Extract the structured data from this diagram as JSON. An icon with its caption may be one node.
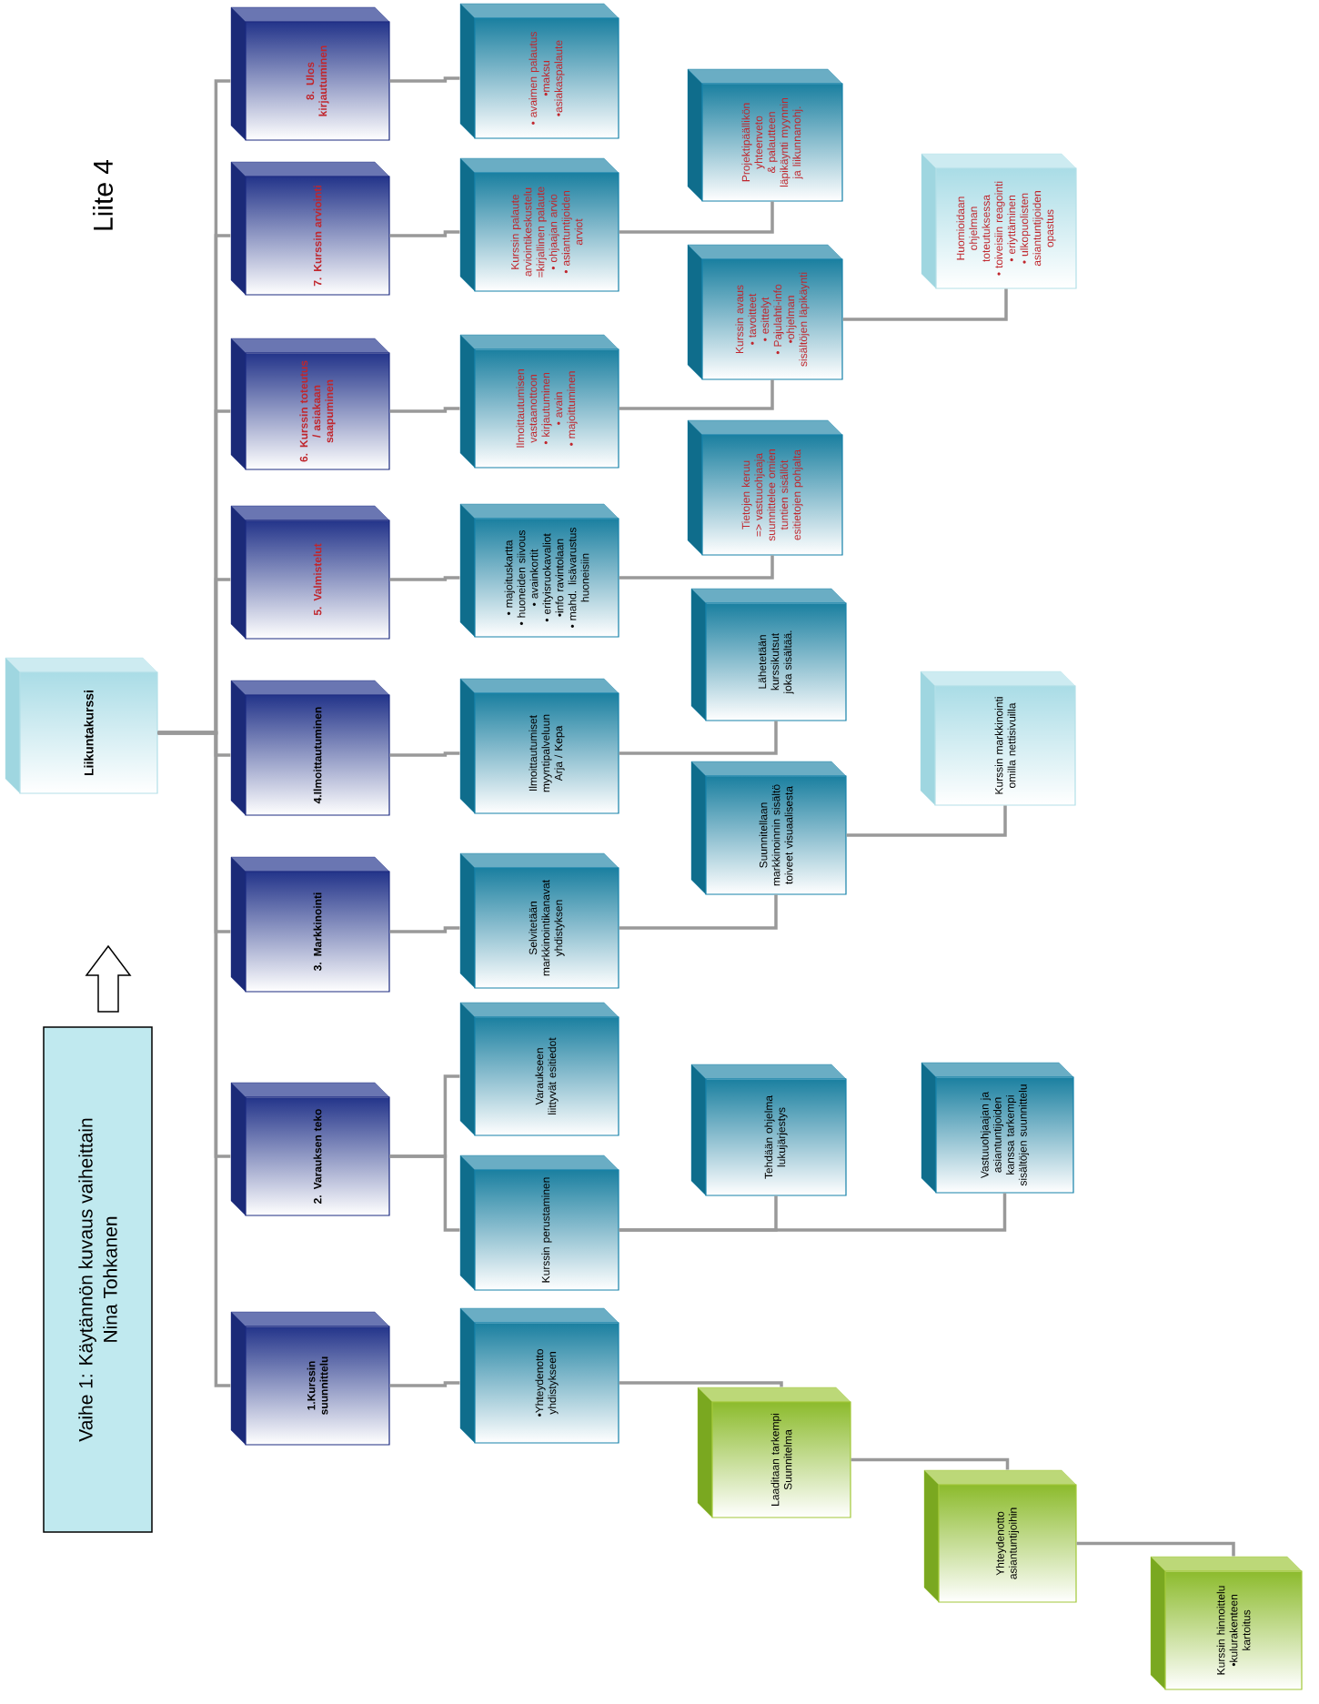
{
  "diagram": {
    "nodes": [
      {
        "text": [
          "Vaihe 1: Käytännön kuvaus vaiheittain",
          "Nina Tohkanen"
        ]
      },
      {
        "text": [
          "Liikuntakurssi"
        ]
      },
      {
        "text": [
          "1.Kurssin suunnittelu"
        ]
      },
      {
        "text": [
          "2. Varauksen teko"
        ]
      },
      {
        "text": [
          "3. Markkinointi"
        ]
      },
      {
        "text": [
          "4.Ilmoittautuminen"
        ]
      },
      {
        "text": [
          "5. Valmistelut"
        ]
      },
      {
        "text": [
          "6. Kurssin toteutus / asiakaan saapuminen"
        ]
      },
      {
        "text": [
          "7. Kurssin arviointi"
        ]
      },
      {
        "text": [
          "8. Ulos kirjautuminen"
        ]
      },
      {
        "text": [
          "•Yhteydenotto yhdistykseen"
        ]
      },
      {
        "text": [
          "Kurssin perustaminen"
        ]
      },
      {
        "text": [
          "Varaukseen liittyvät esitiedot"
        ]
      },
      {
        "text": [
          "Selvitetään markkinointikanavat yhdistyksen"
        ]
      },
      {
        "text": [
          "Ilmoittautumiset myyntipalveluun",
          "Arja / Kepa"
        ]
      },
      {
        "text": [
          "• majoituskartta",
          "• huoneiden siivous",
          "• avainkortit",
          "• erityisruokavaliot",
          "•info ravintolaan",
          "• mahd. lisävarustus huoneisiin"
        ]
      },
      {
        "text": [
          "Ilmoittautumisen vastaanottoon",
          "• kirjautuminen",
          "• avain",
          "• majoittuminen"
        ]
      },
      {
        "text": [
          "Kurssin palaute arviointikeskustelu =kirjallinen palaute",
          "• ohjaajan arvio",
          "• asiantuntijoiden arviot"
        ]
      },
      {
        "text": [
          "• avaimen palautus",
          "•maksu",
          "•asiakaspalaute"
        ]
      },
      {
        "text": [
          "Laaditaan tarkempi Suunnitelma"
        ]
      },
      {
        "text": [
          "Tehdään ohjelma lukujärjestys"
        ]
      },
      {
        "text": [
          "Suunnitellaan markkinoinnin sisältö toiveet visuaalisesta"
        ]
      },
      {
        "text": [
          "Lähetetään kurssikutsut joka sisältää."
        ]
      },
      {
        "text": [
          "Tietojen keruu => vastuuohjaaja suunnittelee omien tuntien sisällöt esitietojen pohjalta"
        ]
      },
      {
        "text": [
          "Kurssin avaus",
          "• tavoitteet",
          "• esittelyt",
          "• Pajulahti-info",
          "•ohjelman sisältöjen läpikäynti"
        ]
      },
      {
        "text": [
          "Projektipäällikön yhteenveto & palautteen läpikäynti myynnin ja liikunnanohj."
        ]
      },
      {
        "text": [
          "Yhteydenotto asiantuntijoihin"
        ]
      },
      {
        "text": [
          "Vastuuohjaajan ja asiantuntijoiden kanssa tarkempi sisältöjen suunnittelu"
        ]
      },
      {
        "text": [
          "Kurssin markkinointi omilla nettisivuilla"
        ]
      },
      {
        "text": [
          "Huomioidaan ohjelman toteutuksessa",
          "• toiveisiin reagointi",
          "• eriyttäminen",
          "• ulkopuolisten asiantuntijoiden opastus"
        ]
      },
      {
        "text": [
          "Kurssin hinnoittelu",
          "•kulurakenteen kartoitus"
        ]
      }
    ],
    "edges": [
      {
        "from": 1,
        "to": 2,
        "arrow": "none"
      },
      {
        "from": 1,
        "to": 3,
        "arrow": "none"
      },
      {
        "from": 1,
        "to": 4,
        "arrow": "none"
      },
      {
        "from": 1,
        "to": 5,
        "arrow": "none"
      },
      {
        "from": 1,
        "to": 6,
        "arrow": "none"
      },
      {
        "from": 1,
        "to": 7,
        "arrow": "none"
      },
      {
        "from": 1,
        "to": 8,
        "arrow": "none"
      },
      {
        "from": 1,
        "to": 9,
        "arrow": "none"
      },
      {
        "from": 2,
        "to": 10,
        "arrow": "none"
      },
      {
        "from": 3,
        "to": 11,
        "arrow": "none"
      },
      {
        "from": 3,
        "to": 12,
        "arrow": "none"
      },
      {
        "from": 4,
        "to": 13,
        "arrow": "none"
      },
      {
        "from": 5,
        "to": 14,
        "arrow": "none"
      },
      {
        "from": 6,
        "to": 15,
        "arrow": "none"
      },
      {
        "from": 7,
        "to": 16,
        "arrow": "none"
      },
      {
        "from": 8,
        "to": 17,
        "arrow": "none"
      },
      {
        "from": 9,
        "to": 18,
        "arrow": "none"
      },
      {
        "from": 17,
        "to": 25,
        "arrow": "none"
      },
      {
        "from": 16,
        "to": 24,
        "arrow": "none"
      },
      {
        "from": 15,
        "to": 23,
        "arrow": "none"
      },
      {
        "from": 14,
        "to": 22,
        "arrow": "none"
      },
      {
        "from": 13,
        "to": 21,
        "arrow": "none"
      },
      {
        "from": 11,
        "to": 20,
        "arrow": "none"
      },
      {
        "from": 11,
        "to": 27,
        "arrow": "none"
      },
      {
        "from": 10,
        "to": 19,
        "arrow": "none"
      },
      {
        "from": 24,
        "to": 29,
        "arrow": "none"
      },
      {
        "from": 21,
        "to": 28,
        "arrow": "none"
      },
      {
        "from": 19,
        "to": 26,
        "arrow": "none"
      },
      {
        "from": 26,
        "to": 30,
        "arrow": "none"
      }
    ],
    "labels": [
      "Liite 4"
    ]
  }
}
